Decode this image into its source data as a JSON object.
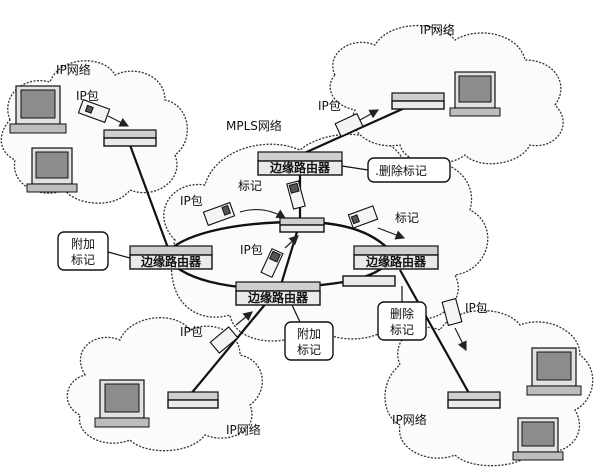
{
  "labels": {
    "ip_network_top_left": "IP网络",
    "ip_network_top_right": "IP网络",
    "ip_network_bottom_left": "IP网络",
    "ip_network_bottom_right": "IP网络",
    "mpls_network": "MPLS网络",
    "ip_packet_top_left": "IP包",
    "ip_packet_top_right": "IP包",
    "ip_packet_center_left": "IP包",
    "ip_packet_center_mid": "IP包",
    "ip_packet_bottom_left": "IP包",
    "ip_packet_bottom_right": "IP包",
    "mark_center_left": "标记",
    "mark_center_right": "标记"
  },
  "routers": {
    "edge_left": "边缘路由器",
    "edge_top": "边缘路由器",
    "edge_right": "边缘路由器",
    "edge_bottom": "边缘路由器"
  },
  "callouts": {
    "remove_mark_top": ".删除标记",
    "add_mark_left_line1": "附加",
    "add_mark_left_line2": "标记",
    "add_mark_bottom_line1": "附加",
    "add_mark_bottom_line2": "标记",
    "remove_mark_right_line1": "删除",
    "remove_mark_right_line2": "标记"
  }
}
